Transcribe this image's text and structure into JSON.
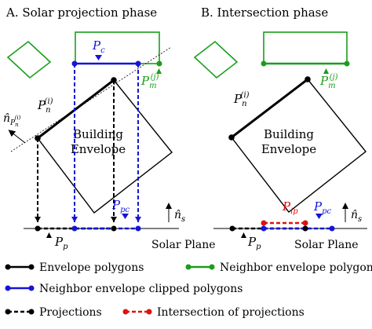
{
  "panels": {
    "a": {
      "title": "A. Solar projection phase",
      "pc_label": "P",
      "pc_sub": "c",
      "pm_label": "P",
      "pm_sub": "m",
      "pm_sup": "(j)",
      "pn_label": "P",
      "pn_sub": "n",
      "pn_sup": "(i)",
      "normal_label": "n̂",
      "normal_sub_p": "P",
      "normal_sub_n": "n",
      "normal_sup": "(i)",
      "building": [
        "Building",
        "Envelope"
      ],
      "ppc_label": "P",
      "ppc_sub": "pc",
      "pp_label": "P",
      "pp_sub": "p",
      "ns_label": "n̂",
      "ns_sub": "s",
      "solar_plane": "Solar Plane"
    },
    "b": {
      "title": "B. Intersection phase",
      "pn_label": "P",
      "pn_sub": "n",
      "pn_sup": "(i)",
      "pm_label": "P",
      "pm_sub": "m",
      "pm_sup": "(j)",
      "building": [
        "Building",
        "Envelope"
      ],
      "pip_label": "P",
      "pip_sub": "ip",
      "ppc_label": "P",
      "ppc_sub": "pc",
      "pp_label": "P",
      "pp_sub": "p",
      "ns_label": "n̂",
      "ns_sub": "s",
      "solar_plane": "Solar Plane"
    }
  },
  "legend": [
    {
      "label": "Envelope polygons",
      "color": "#000000",
      "style": "solid"
    },
    {
      "label": "Neighbor envelope polygons",
      "color": "#1a9e1a",
      "style": "solid"
    },
    {
      "label": "Neighbor envelope clipped polygons",
      "color": "#1515d6",
      "style": "solid"
    },
    {
      "label": "Projections",
      "color": "#000000",
      "style": "dashed"
    },
    {
      "label": "Intersection of projections",
      "color": "#e01010",
      "style": "dashed"
    }
  ],
  "colors": {
    "black": "#000000",
    "green": "#1a9e1a",
    "blue": "#1515d6",
    "red": "#e01010"
  }
}
